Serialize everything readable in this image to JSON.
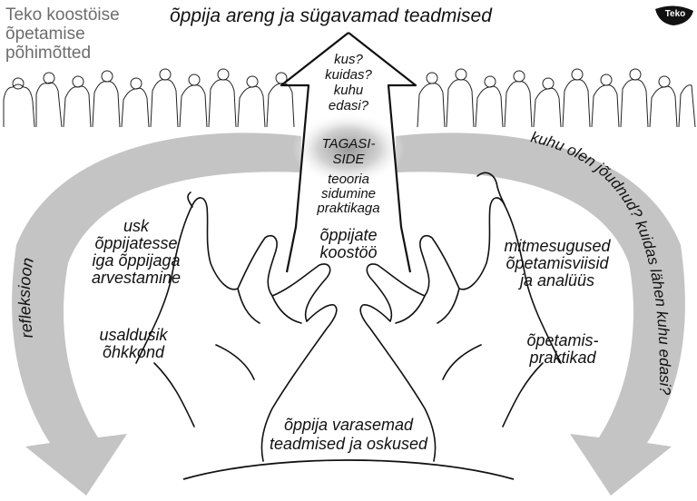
{
  "title_lines": [
    "Teko koostöise",
    "õpetamise",
    "põhimõtted"
  ],
  "logo": "Teko",
  "top_label": "õppija areng ja sügavamad teadmised",
  "arrow_questions": [
    "kus?",
    "kuidas?",
    "kuhu",
    "edasi?"
  ],
  "feedback": [
    "TAGASI-",
    "SIDE"
  ],
  "theory": [
    "teooria",
    "sidumine",
    "praktikaga"
  ],
  "cooperation": [
    "õppijate",
    "koostöö"
  ],
  "left_hand": {
    "trust": [
      "usk",
      "õppijatesse",
      "iga õppijaga",
      "arvestamine"
    ],
    "atmosphere": [
      "usaldusik",
      "õhkkond"
    ]
  },
  "right_hand": {
    "methods": [
      "mitmesugused",
      "õpetamisviisid",
      "ja analüüs"
    ],
    "practices": [
      "õpetamis-",
      "praktikad"
    ]
  },
  "bottom_label": [
    "õppija varasemad",
    "teadmised ja oskused"
  ],
  "left_arc_label": "refleksioon",
  "right_arc_label": "kuhu olen jõudnud? kuidas lähen kuhu edasi?",
  "colors": {
    "arc_gray": "#c4c4c4",
    "title_gray": "#6d6d6d",
    "ink": "#111111"
  }
}
